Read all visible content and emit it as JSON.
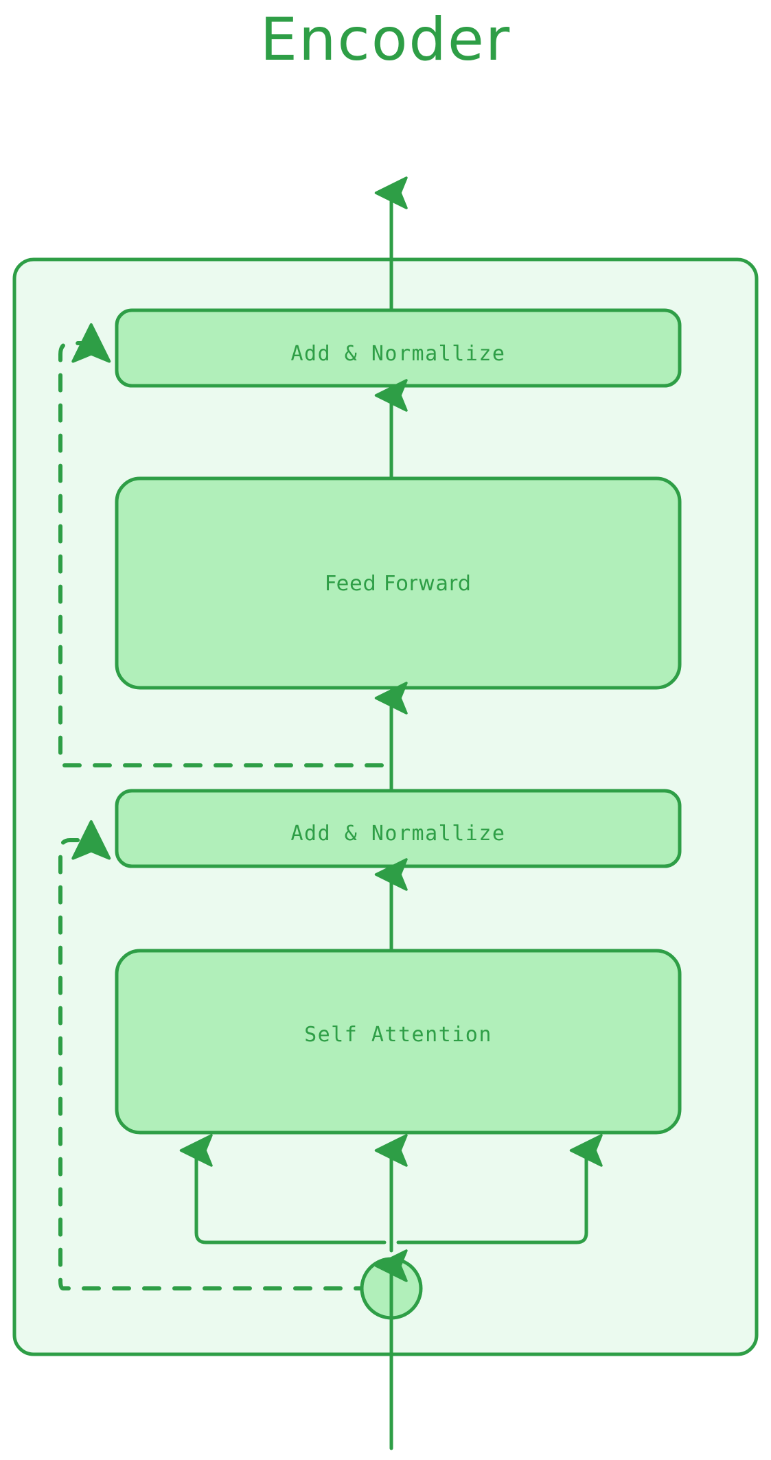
{
  "diagram": {
    "title": "Encoder",
    "type": "flowchart",
    "colors": {
      "stroke": "#2E9E46",
      "node_fill": "#B1EFBA",
      "container_fill": "#EBFAEF",
      "background": "#FFFFFF",
      "text": "#2E9E46"
    },
    "container": {
      "name": "encoder-block",
      "label": ""
    },
    "nodes": [
      {
        "id": "add-norm-top",
        "label": "Add & Normallize",
        "shape": "rounded-rect"
      },
      {
        "id": "feed-forward",
        "label": "Feed Forward",
        "shape": "rounded-rect"
      },
      {
        "id": "add-norm-bottom",
        "label": "Add & Normallize",
        "shape": "rounded-rect"
      },
      {
        "id": "self-attention",
        "label": "Self Attention",
        "shape": "rounded-rect"
      },
      {
        "id": "input-junction",
        "label": "",
        "shape": "circle"
      }
    ],
    "edges": [
      {
        "from": "input-junction",
        "to": "self-attention",
        "style": "solid",
        "branches": 3
      },
      {
        "from": "self-attention",
        "to": "add-norm-bottom",
        "style": "solid"
      },
      {
        "from": "add-norm-bottom",
        "to": "feed-forward",
        "style": "solid"
      },
      {
        "from": "feed-forward",
        "to": "add-norm-top",
        "style": "solid"
      },
      {
        "from": "add-norm-top",
        "to": "output",
        "style": "solid"
      },
      {
        "from": "input-junction",
        "to": "add-norm-bottom",
        "style": "dashed",
        "kind": "residual"
      },
      {
        "from": "add-norm-bottom",
        "to": "add-norm-top",
        "style": "dashed",
        "kind": "residual"
      },
      {
        "from": "input",
        "to": "input-junction",
        "style": "solid"
      }
    ]
  }
}
